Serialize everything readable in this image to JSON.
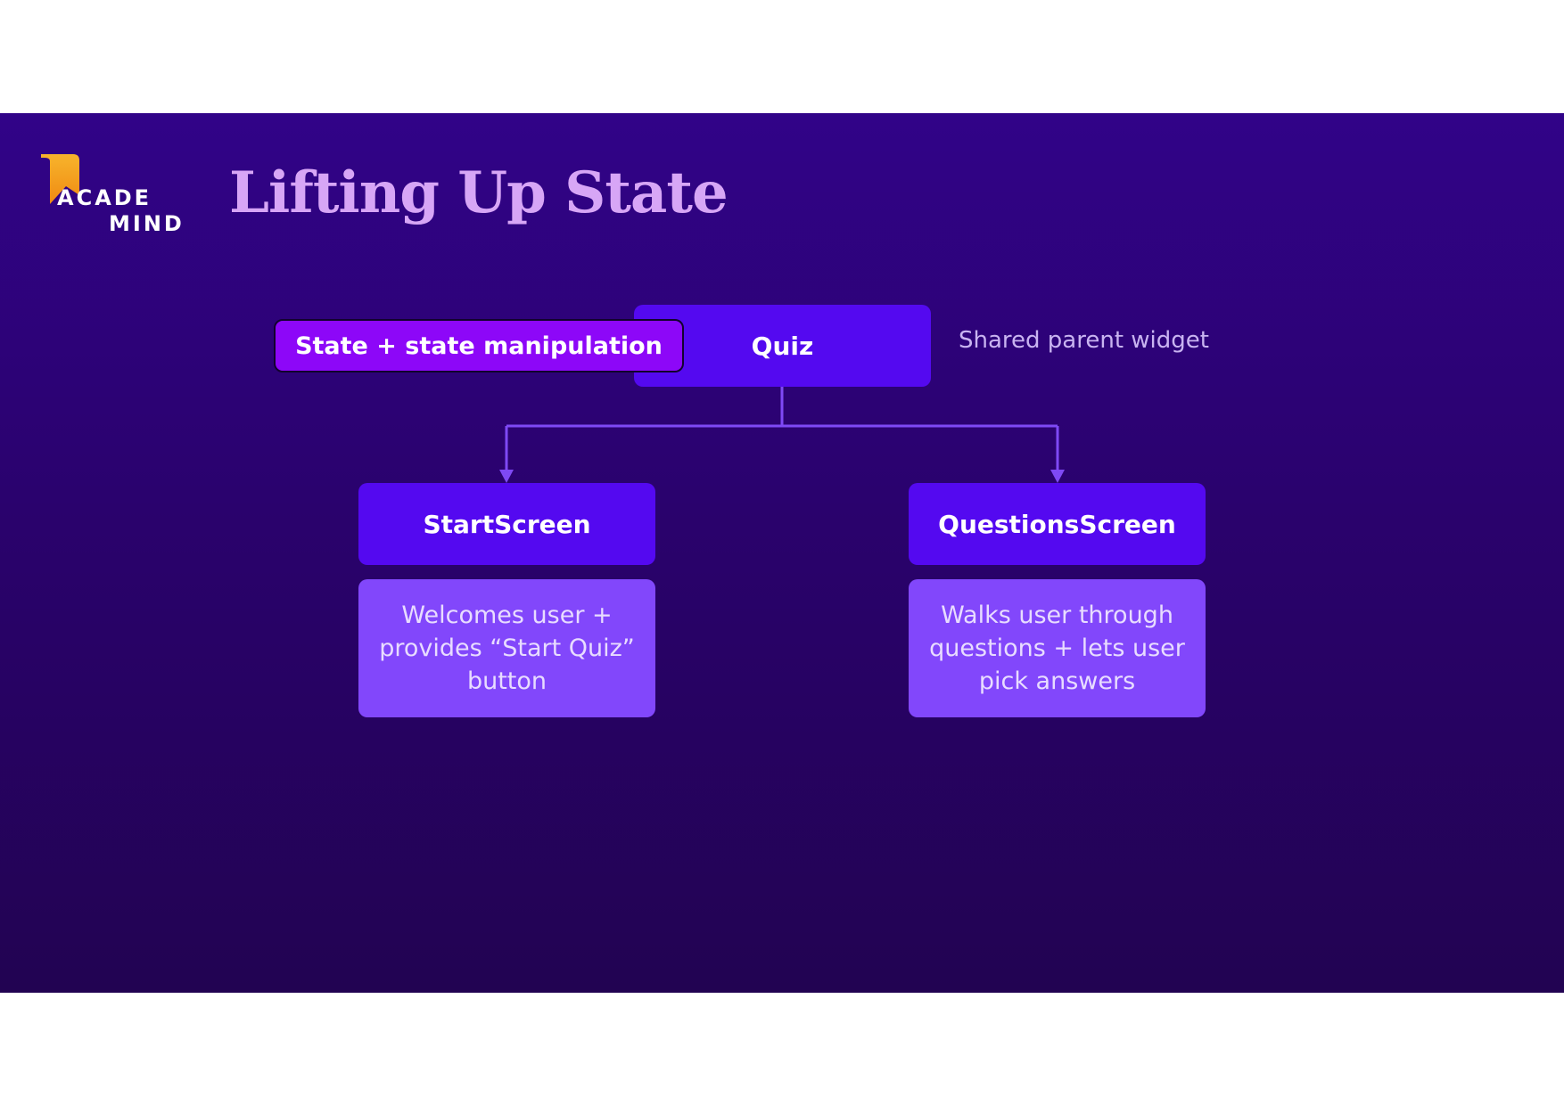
{
  "slide": {
    "title": "Lifting Up State",
    "logo": {
      "line1": "ACADE",
      "line2": "MIND"
    }
  },
  "diagram": {
    "parent": {
      "label": "Quiz",
      "badge": "State + state manipulation",
      "note": "Shared parent widget"
    },
    "children": [
      {
        "label": "StartScreen",
        "description": "Welcomes user + provides “Start Quiz” button"
      },
      {
        "label": "QuestionsScreen",
        "description": "Walks user through questions + lets user pick answers"
      }
    ]
  },
  "colors": {
    "background_top": "#310388",
    "background_bottom": "#220352",
    "title": "#d7a6f6",
    "node": "#5409f0",
    "description_box": "#8247fb",
    "state_badge": "#8d07f8",
    "connector": "#7f49f5",
    "logo_accent": "#f7a21b"
  },
  "icons": {
    "logo": "academind-bookmark-icon"
  }
}
